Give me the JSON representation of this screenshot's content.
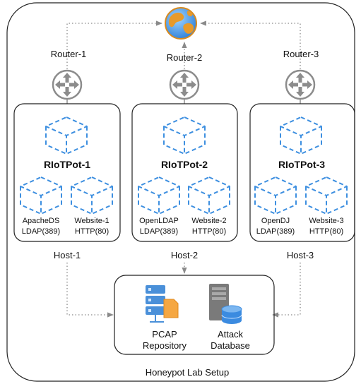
{
  "title": "Honeypot Lab Setup",
  "routers": [
    {
      "label": "Router-1"
    },
    {
      "label": "Router-2"
    },
    {
      "label": "Router-3"
    }
  ],
  "hosts": [
    {
      "label": "Host-1",
      "pot": "RIoTPot-1",
      "services": [
        {
          "name": "ApacheDS",
          "proto": "LDAP(389)"
        },
        {
          "name": "Website-1",
          "proto": "HTTP(80)"
        }
      ]
    },
    {
      "label": "Host-2",
      "pot": "RIoTPot-2",
      "services": [
        {
          "name": "OpenLDAP",
          "proto": "LDAP(389)"
        },
        {
          "name": "Website-2",
          "proto": "HTTP(80)"
        }
      ]
    },
    {
      "label": "Host-3",
      "pot": "RIoTPot-3",
      "services": [
        {
          "name": "OpenDJ",
          "proto": "LDAP(389)"
        },
        {
          "name": "Website-3",
          "proto": "HTTP(80)"
        }
      ]
    }
  ],
  "storage": {
    "pcap_line1": "PCAP",
    "pcap_line2": "Repository",
    "attack_line1": "Attack",
    "attack_line2": "Database"
  },
  "colors": {
    "container_blue": "#3d8fe0",
    "router_gray": "#8c8c8c",
    "pcap_orange": "#f5a742",
    "server_blue": "#4a90d9",
    "db_blue": "#3b8be0",
    "arrow_gray": "#8a8a8a"
  },
  "icons": {
    "internet": "globe-icon",
    "router": "router-icon",
    "container": "container-cube-icon",
    "pcap": "pcap-server-icon",
    "database": "database-server-icon"
  }
}
